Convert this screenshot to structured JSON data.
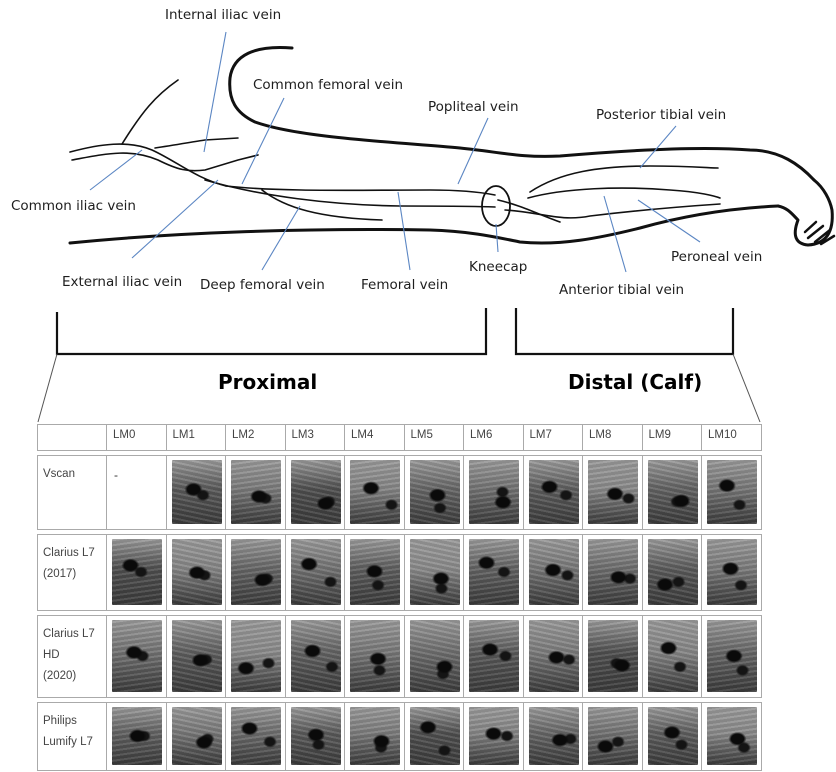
{
  "labels": {
    "internal_iliac": "Internal iliac vein",
    "common_femoral": "Common femoral vein",
    "popliteal": "Popliteal vein",
    "posterior_tibial": "Posterior tibial vein",
    "common_iliac": "Common iliac vein",
    "external_iliac": "External iliac vein",
    "deep_femoral": "Deep femoral vein",
    "femoral": "Femoral vein",
    "kneecap": "Kneecap",
    "anterior_tibial": "Anterior tibial vein",
    "peroneal": "Peroneal vein"
  },
  "sections": {
    "proximal": "Proximal",
    "distal": "Distal (Calf)"
  },
  "table": {
    "columns": [
      "LM0",
      "LM1",
      "LM2",
      "LM3",
      "LM4",
      "LM5",
      "LM6",
      "LM7",
      "LM8",
      "LM9",
      "LM10"
    ],
    "rows": [
      {
        "device": [
          "Vscan"
        ],
        "missing_cell": "-"
      },
      {
        "device": [
          "Clarius L7",
          "(2017)"
        ]
      },
      {
        "device": [
          "Clarius L7",
          "HD",
          "(2020)"
        ]
      },
      {
        "device": [
          "Philips",
          "Lumify L7"
        ]
      }
    ]
  }
}
